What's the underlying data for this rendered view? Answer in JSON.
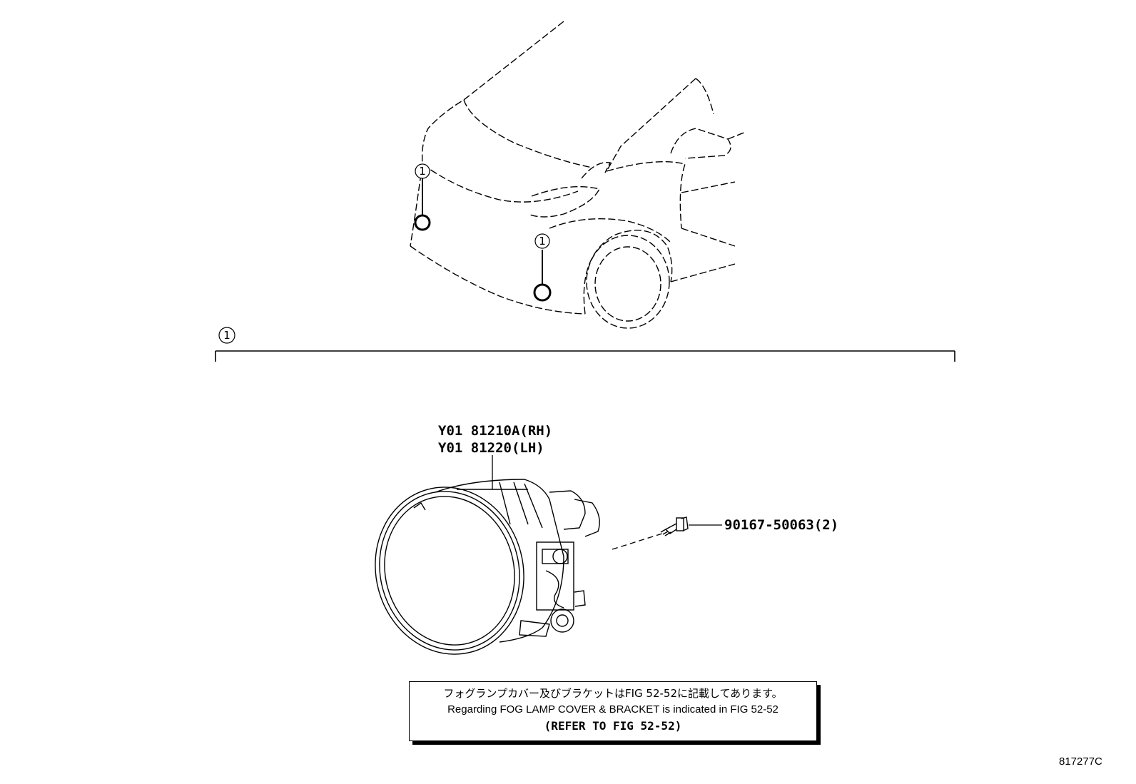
{
  "callouts": {
    "car_callout_1": "1",
    "car_callout_2": "1",
    "group_callout": "1"
  },
  "parts": {
    "fog_lamp_rh": "Y01 81210A(RH)",
    "fog_lamp_lh": "Y01 81220(LH)",
    "screw": "90167-50063(2)"
  },
  "note": {
    "japanese": "フォグランプカバー及びブラケットはFIG 52-52に記載してあります。",
    "english": "Regarding FOG LAMP COVER & BRACKET is indicated in FIG 52-52",
    "refer": "(REFER TO FIG 52-52)"
  },
  "figure_id": "817277C"
}
